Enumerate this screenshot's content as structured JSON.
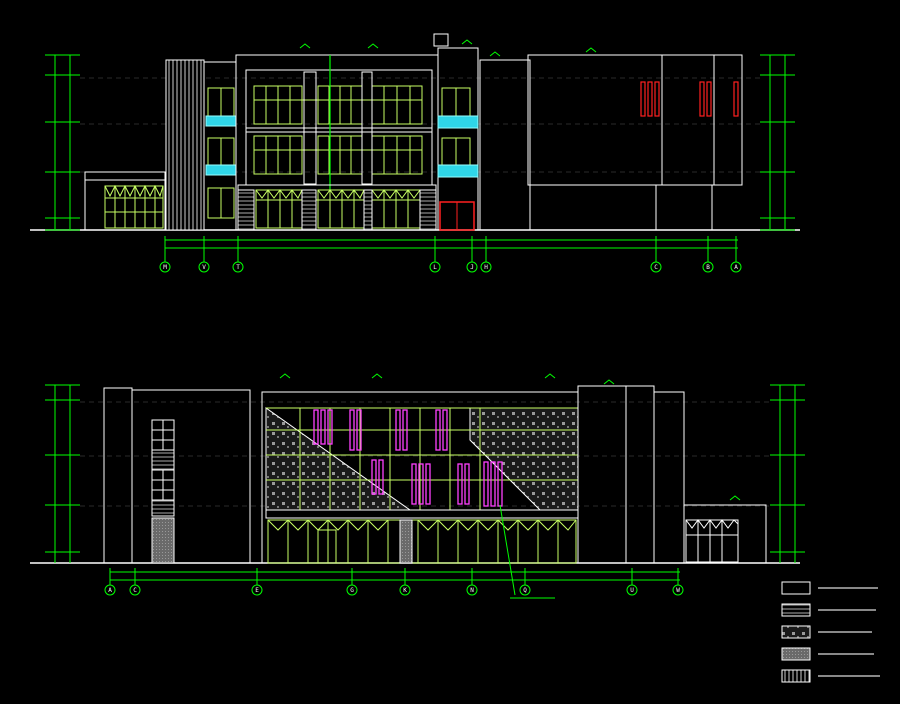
{
  "colors": {
    "background": "#000000",
    "outline": "#ffffff",
    "window": "#c8ff64",
    "glass": "#5ff0ff",
    "dimension": "#00ff00",
    "accent_red": "#ff2020",
    "accent_magenta": "#ff40ff",
    "column": "#a0a0a0"
  },
  "top_elevation": {
    "axis_labels": [
      "M",
      "V",
      "T",
      "L",
      "J",
      "H",
      "C",
      "B",
      "A"
    ]
  },
  "bottom_elevation": {
    "axis_labels": [
      "A",
      "C",
      "E",
      "G",
      "K",
      "N",
      "Q",
      "U",
      "W"
    ]
  },
  "legend": {
    "items": [
      {
        "swatch": "plain"
      },
      {
        "swatch": "striped"
      },
      {
        "swatch": "dotted"
      },
      {
        "swatch": "grey"
      },
      {
        "swatch": "vertical"
      }
    ]
  }
}
